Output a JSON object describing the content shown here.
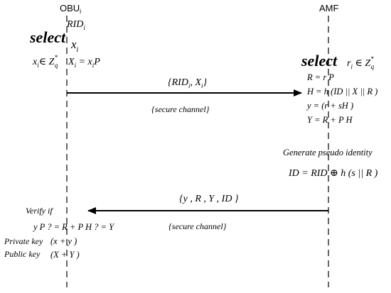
{
  "participants": {
    "left": "OBU",
    "left_sub": "i",
    "right": "AMF"
  },
  "obu_setup": {
    "select_word": "select",
    "rid": "RID",
    "rid_sub": "i",
    "x": "x",
    "x_sub": "i",
    "x_domain": "x",
    "x_domain_sub": "i",
    "in_symbol": "∈ Z",
    "z_sup": "*",
    "z_sub": "q",
    "X_eq": "X",
    "X_eq_sub": "i",
    "X_rhs": " = x",
    "X_rhs_sub": "i",
    "X_rhs_P": "P"
  },
  "message1": {
    "content": "{RID",
    "content_sub": "i",
    "content_mid": ", X",
    "content_sub2": "i",
    "content_end": "}",
    "channel": "{secure channel}"
  },
  "amf_compute": {
    "select_word": "select",
    "r_in": "r",
    "r_in_sub": "i",
    "r_in_rest": " ∈ Z",
    "r_in_sup": "*",
    "r_in_q": "q",
    "lines": [
      "R  = r P",
      "H  = h (ID  || X  || R )",
      "y  = (r  + sH )",
      "Y  = R  + P    H"
    ]
  },
  "pseudo": {
    "heading": "Generate pseudo identity",
    "equation": "ID  = RID  ⊕ h (s || R )"
  },
  "message2": {
    "content": "{y , R , Y , ID }",
    "channel": "{secure channel}"
  },
  "obu_verify": {
    "heading": "Verify if",
    "equation": "y P ? = R  + P    H ? = Y",
    "private_label": "Private key",
    "private_value": "(x  + y )",
    "public_label": "Public key",
    "public_value": "(X  + Y )"
  }
}
